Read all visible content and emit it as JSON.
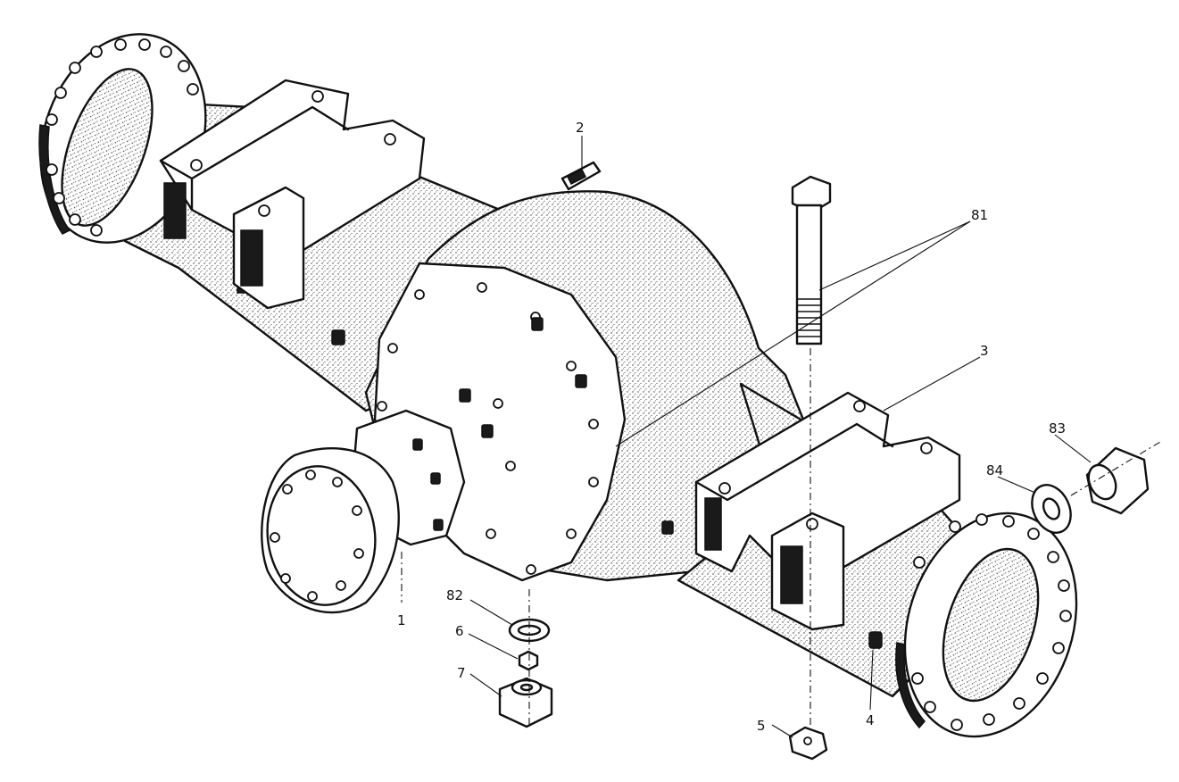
{
  "callouts": [
    {
      "id": "c1",
      "text": "1"
    },
    {
      "id": "c2",
      "text": "2"
    },
    {
      "id": "c3",
      "text": "3"
    },
    {
      "id": "c4",
      "text": "4"
    },
    {
      "id": "c5",
      "text": "5"
    },
    {
      "id": "c6",
      "text": "6"
    },
    {
      "id": "c7",
      "text": "7"
    },
    {
      "id": "c81",
      "text": "81"
    },
    {
      "id": "c82",
      "text": "82"
    },
    {
      "id": "c83",
      "text": "83"
    },
    {
      "id": "c84",
      "text": "84"
    }
  ],
  "colors": {
    "ink": "#111111",
    "paper": "#ffffff"
  }
}
